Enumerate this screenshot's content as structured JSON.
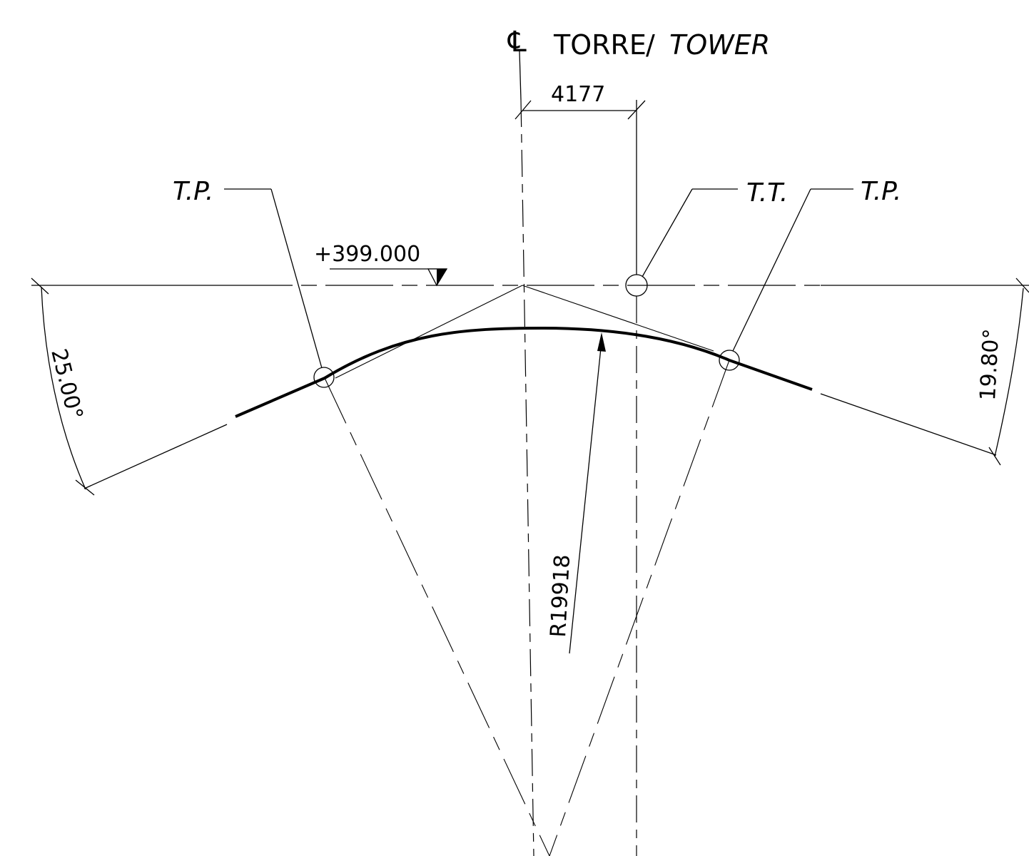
{
  "header": {
    "cl_symbol": "℄",
    "title_es": "TORRE",
    "separator": "/",
    "title_en": "TOWER"
  },
  "dimensions": {
    "offset": "4177",
    "elevation": "+399.000",
    "radius": "R19918",
    "angle_left": "25.00°",
    "angle_right": "19.80°"
  },
  "labels": {
    "tp_left": "T.P.",
    "tt": "T.T.",
    "tp_right": "T.P."
  },
  "colors": {
    "ink": "#000000",
    "background": "#ffffff"
  }
}
